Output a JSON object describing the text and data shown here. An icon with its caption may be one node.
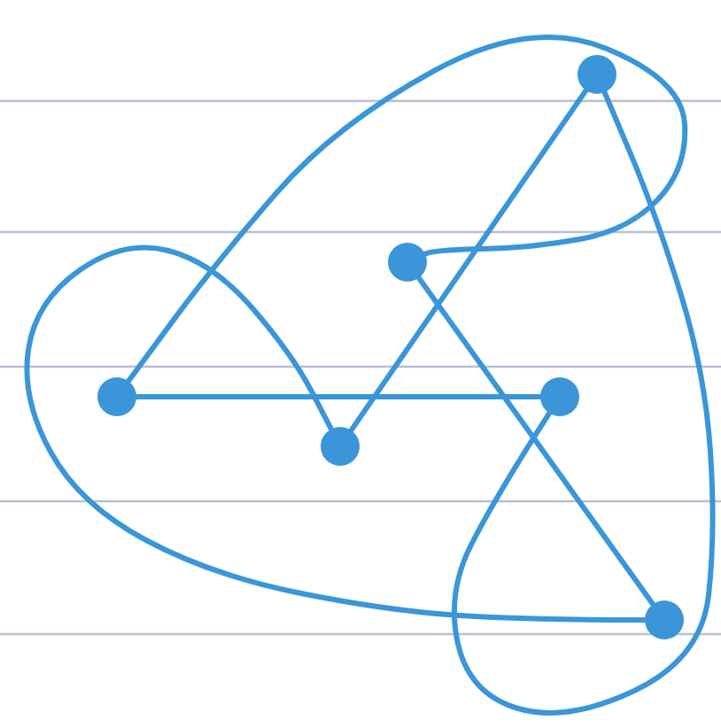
{
  "diagram": {
    "nodes": [
      {
        "text": [],
        "shape": "circle"
      },
      {
        "text": [],
        "shape": "circle"
      },
      {
        "text": [],
        "shape": "circle"
      },
      {
        "text": [],
        "shape": "circle"
      },
      {
        "text": [],
        "shape": "circle"
      },
      {
        "text": [],
        "shape": "circle"
      }
    ],
    "edges": [
      {
        "from": 2,
        "to": 3,
        "arrow": "none"
      },
      {
        "from": 0,
        "to": 4,
        "arrow": "none"
      },
      {
        "from": 1,
        "to": 5,
        "arrow": "none"
      },
      {
        "from": 2,
        "to": 1,
        "arrow": "none"
      },
      {
        "from": 4,
        "to": 5,
        "arrow": "none"
      },
      {
        "from": 0,
        "to": 3,
        "arrow": "none"
      }
    ]
  }
}
